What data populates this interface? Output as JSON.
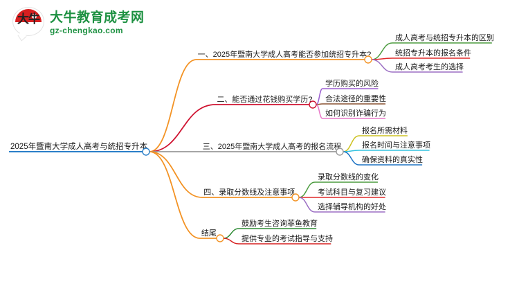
{
  "logo": {
    "mark_glyph": "大牛",
    "mark_icon": "speech-bubble-logo-icon",
    "brand_name": "大牛教育成考网",
    "brand_url": "gz-chengkao.com",
    "brand_color": "#1e9142",
    "mark_color": "#d71f20"
  },
  "mindmap": {
    "root": {
      "label": "2025年暨南大学成人高考与统招专升本",
      "color": "#2a7fc9"
    },
    "branches": [
      {
        "label": "一、2025年暨南大学成人高考能否参加统招专升本?",
        "color": "#f39325",
        "children": [
          {
            "label": "成人高考与统招专升本的区别",
            "color": "#4b9b3f"
          },
          {
            "label": "统招专升本的报名条件",
            "color": "#e02a2a"
          },
          {
            "label": "成人高考考生的选择",
            "color": "#9b6fc4"
          }
        ]
      },
      {
        "label": "二、能否通过花钱购买学历?",
        "color": "#cf1230",
        "children": [
          {
            "label": "学历购买的风险",
            "color": "#9b5fd0"
          },
          {
            "label": "合法途径的重要性",
            "color": "#8a5230"
          },
          {
            "label": "如何识别诈骗行为",
            "color": "#e879c8"
          }
        ]
      },
      {
        "label": "三、2025年暨南大学成人高考的报名流程",
        "color": "#9a9a9a",
        "children": [
          {
            "label": "报名所需材料",
            "color": "#cdc222"
          },
          {
            "label": "报名时间与注意事项",
            "color": "#34c3e0"
          },
          {
            "label": "确保资料的真实性",
            "color": "#1f74c4"
          }
        ]
      },
      {
        "label": "四、录取分数线及注意事项",
        "color": "#f39325",
        "children": [
          {
            "label": "录取分数线的变化",
            "color": "#4b9b3f"
          },
          {
            "label": "考试科目与复习建议",
            "color": "#e02a2a"
          },
          {
            "label": "选择辅导机构的好处",
            "color": "#9b6fc4"
          }
        ]
      },
      {
        "label": "结尾",
        "color": "#f39325",
        "children": [
          {
            "label": "鼓励考生咨询菲鱼教育",
            "color": "#2e8b35"
          },
          {
            "label": "提供专业的考试指导与支持",
            "color": "#d62020"
          }
        ]
      }
    ]
  }
}
